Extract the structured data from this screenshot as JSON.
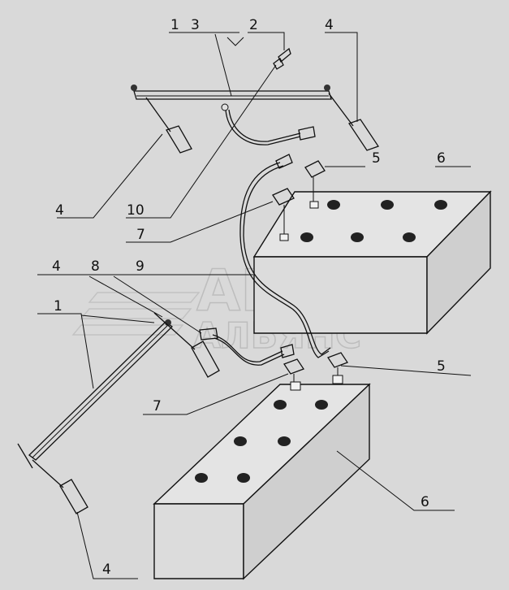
{
  "labels": {
    "l1_top": "1",
    "l3_top": "3",
    "l2_top": "2",
    "l4_topright": "4",
    "l6_top": "6",
    "l5_top": "5",
    "l4_left": "4",
    "l10": "10",
    "l7_top": "7",
    "l4_mid": "4",
    "l8": "8",
    "l9": "9",
    "l1_mid": "1",
    "l5_mid": "5",
    "l7_bottom": "7",
    "l6_bottom": "6",
    "l4_bottom": "4"
  },
  "watermark": {
    "line1": "АВТО",
    "line2": "АЛЬЯНС"
  }
}
